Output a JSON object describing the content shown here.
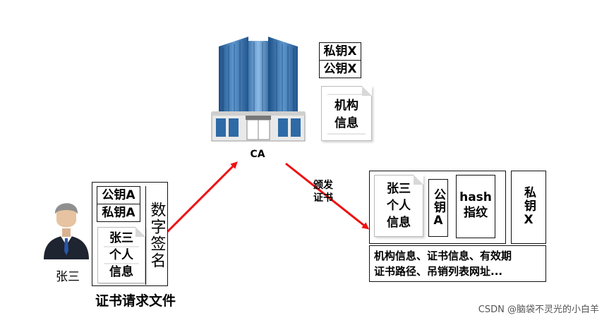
{
  "ca": {
    "label": "CA",
    "private_key": "私钥X",
    "public_key": "公钥X",
    "org_info": [
      "机构",
      "信息"
    ]
  },
  "person": {
    "name": "张三"
  },
  "request": {
    "caption": "证书请求文件",
    "public_key": "公钥A",
    "private_key": "私钥A",
    "info": [
      "张三",
      "个人",
      "信息"
    ],
    "signature": "数字签名"
  },
  "issue_label": [
    "颁发",
    "证书"
  ],
  "certificate": {
    "info": [
      "张三",
      "个人",
      "信息"
    ],
    "public_key": "公钥A",
    "hash": [
      "hash",
      "指纹"
    ],
    "private_key": "私钥X",
    "details": [
      "机构信息、证书信息、有效期",
      "证书路径、吊销列表网址..."
    ]
  },
  "watermark": "CSDN @脑袋不灵光的小白羊",
  "colors": {
    "arrow": "#ee1111"
  }
}
